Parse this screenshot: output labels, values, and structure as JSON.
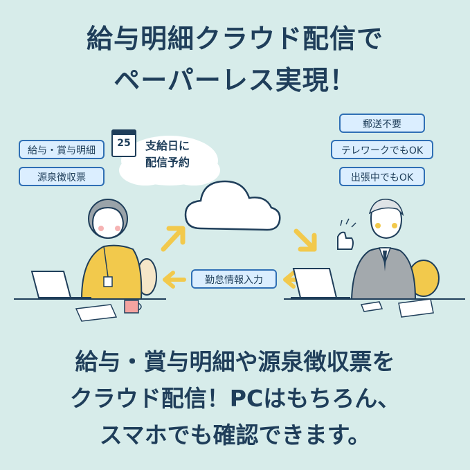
{
  "headline": {
    "line1": "給与明細クラウド配信で",
    "line2": "ペーパーレス実現！"
  },
  "left_tags": [
    "給与・賞与明細",
    "源泉徴収票"
  ],
  "right_tags": [
    "郵送不要",
    "テレワークでもOK",
    "出張中でもOK"
  ],
  "calendar": {
    "day": "25"
  },
  "bubble": {
    "line1": "支給日に",
    "line2": "配信予約"
  },
  "center_tag": "勤怠情報入力",
  "subtext": {
    "line1": "給与・賞与明細や源泉徴収票を",
    "line2": "クラウド配信！PCはもちろん、",
    "line3": "スマホでも確認できます。"
  },
  "colors": {
    "background": "#d7ecea",
    "text": "#1f3e5a",
    "tag_fill": "#dbeeff",
    "tag_border": "#2f6fb5",
    "arrow": "#f2c94c"
  }
}
